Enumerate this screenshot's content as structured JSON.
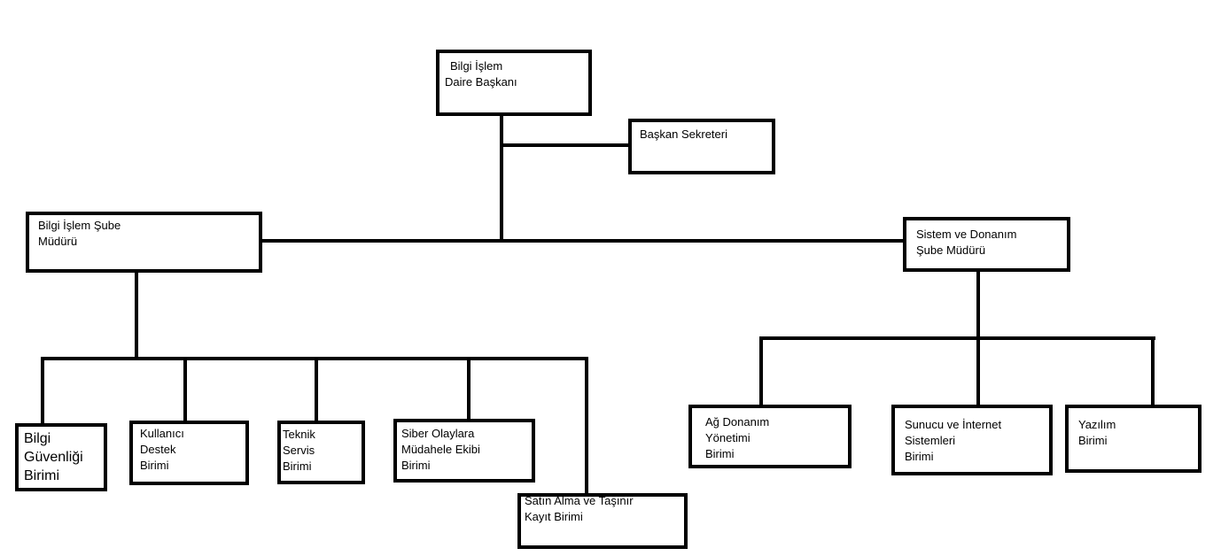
{
  "org_chart": {
    "head": {
      "line1": "Bilgi İşlem",
      "line2": "Daire Başkanı"
    },
    "secretary": {
      "label": "Başkan Sekreteri"
    },
    "branch_it": {
      "line1": "Bilgi İşlem Şube",
      "line2": "Müdürü"
    },
    "branch_systems": {
      "line1": "Sistem ve Donanım",
      "line2": "Şube Müdürü"
    },
    "units_it": [
      {
        "text": "Bilgi\nGüvenliği\nBirimi"
      },
      {
        "text": "Kullanıcı\nDestek\nBirimi"
      },
      {
        "text": "Teknik\nServis\nBirimi"
      },
      {
        "text": "Siber Olaylara\nMüdahele Ekibi\nBirimi"
      },
      {
        "text": "Satın Alma ve Taşınır\nKayıt Birimi"
      }
    ],
    "units_systems": [
      {
        "text": "Ağ Donanım\nYönetimi\nBirimi"
      },
      {
        "text": "Sunucu ve İnternet\nSistemleri\nBirimi"
      },
      {
        "text": "Yazılım\nBirimi"
      }
    ]
  }
}
